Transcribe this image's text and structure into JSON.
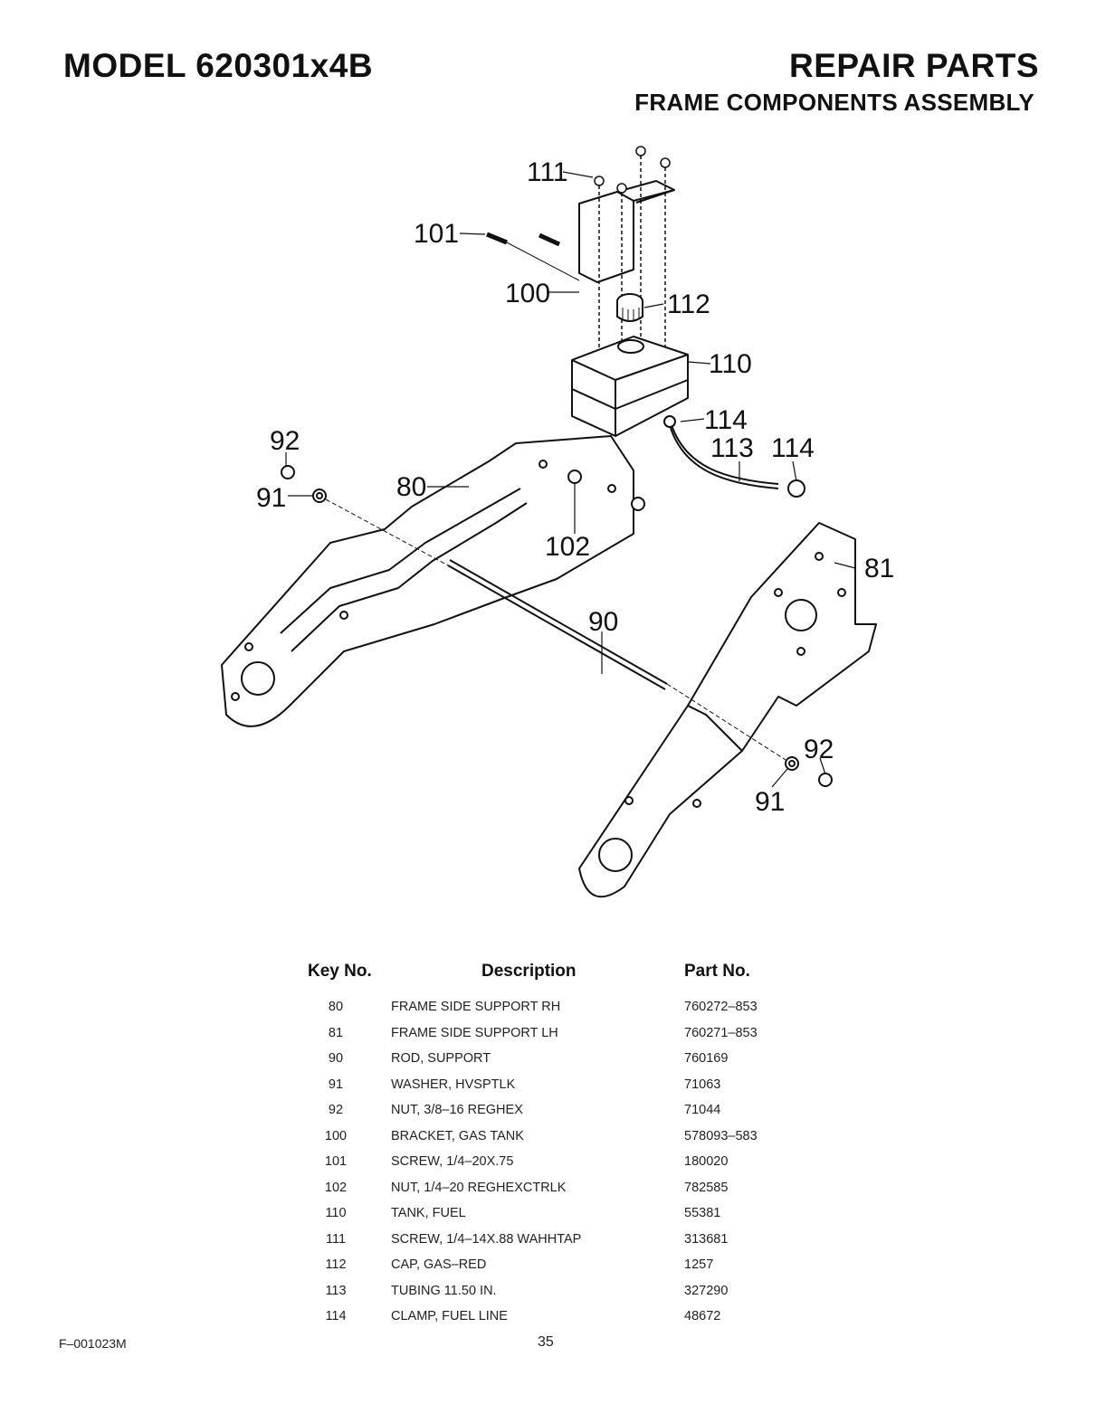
{
  "header": {
    "model": "MODEL 620301x4B",
    "repair": "REPAIR PARTS",
    "subtitle": "FRAME COMPONENTS ASSEMBLY"
  },
  "diagram": {
    "callouts": {
      "c111": "111",
      "c101": "101",
      "c100": "100",
      "c112": "112",
      "c110": "110",
      "c114a": "114",
      "c113": "113",
      "c114b": "114",
      "c92a": "92",
      "c91a": "91",
      "c80": "80",
      "c102": "102",
      "c81": "81",
      "c90": "90",
      "c92b": "92",
      "c91b": "91"
    }
  },
  "table": {
    "headers": {
      "key": "Key No.",
      "description": "Description",
      "part": "Part No."
    },
    "rows": [
      {
        "key": "80",
        "description": "FRAME SIDE SUPPORT RH",
        "part": "760272–853"
      },
      {
        "key": "81",
        "description": "FRAME SIDE SUPPORT LH",
        "part": "760271–853"
      },
      {
        "key": "90",
        "description": "ROD, SUPPORT",
        "part": "760169"
      },
      {
        "key": "91",
        "description": "WASHER, HVSPTLK",
        "part": "71063"
      },
      {
        "key": "92",
        "description": "NUT, 3/8–16 REGHEX",
        "part": "71044"
      },
      {
        "key": "100",
        "description": "BRACKET, GAS TANK",
        "part": "578093–583"
      },
      {
        "key": "101",
        "description": "SCREW, 1/4–20X.75",
        "part": "180020"
      },
      {
        "key": "102",
        "description": "NUT, 1/4–20 REGHEXCTRLK",
        "part": "782585"
      },
      {
        "key": "110",
        "description": "TANK, FUEL",
        "part": "55381"
      },
      {
        "key": "111",
        "description": "SCREW, 1/4–14X.88 WAHHTAP",
        "part": "313681"
      },
      {
        "key": "112",
        "description": "CAP, GAS–RED",
        "part": "1257"
      },
      {
        "key": "113",
        "description": "TUBING 11.50 IN.",
        "part": "327290"
      },
      {
        "key": "114",
        "description": "CLAMP, FUEL LINE",
        "part": "48672"
      }
    ]
  },
  "footer": {
    "code": "F–001023M",
    "page": "35"
  }
}
